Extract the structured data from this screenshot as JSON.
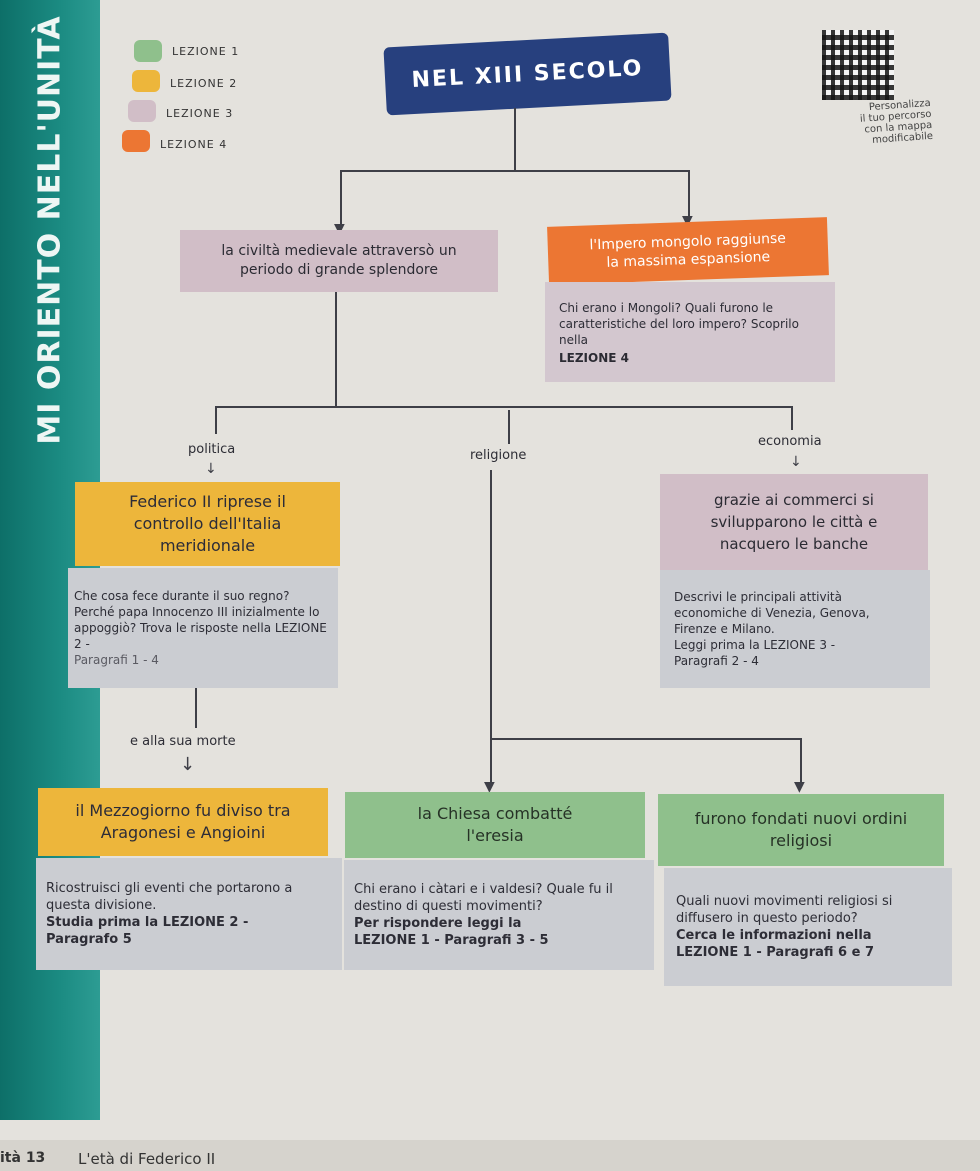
{
  "side_title": "MI ORIENTO NELL'UNITÀ",
  "legend": [
    {
      "label": "LEZIONE 1",
      "color": "#8fc08c"
    },
    {
      "label": "LEZIONE 2",
      "color": "#edb63b"
    },
    {
      "label": "LEZIONE 3",
      "color": "#d1bec7"
    },
    {
      "label": "LEZIONE 4",
      "color": "#ec7633"
    }
  ],
  "title": "NEL XIII SECOLO",
  "qr_note": [
    "Personalizza",
    "il tuo percorso",
    "con la mappa",
    "modificabile"
  ],
  "nodes": {
    "civilta": "la civiltà medievale attraversò un periodo di grande splendore",
    "impero_l1": "l'Impero mongolo raggiunse",
    "impero_l2": "la massima espansione",
    "mongoli_q": "Chi erano i Mongoli? Quali furono le caratteristiche del loro impero? Scoprilo nella",
    "mongoli_ref": "LEZIONE 4",
    "politica": "politica",
    "religione": "religione",
    "economia": "economia",
    "federico": "Federico II riprese il controllo dell'Italia meridionale",
    "federico_q": "Che cosa fece durante il suo regno? Perché papa Innocenzo III inizialmente lo appoggiò? Trova le risposte nella LEZIONE 2 -",
    "federico_ref": "Paragrafi 1 - 4",
    "commerci": "grazie ai commerci si svilupparono le città e nacquero le banche",
    "commerci_q": "Descrivi le principali attività economiche di Venezia, Genova, Firenze e Milano.",
    "commerci_ref1": "Leggi prima la LEZIONE 3 -",
    "commerci_ref2": "Paragrafi 2 - 4",
    "morte": "e alla sua morte",
    "mezzogiorno": "il Mezzogiorno fu diviso tra Aragonesi e Angioini",
    "mezzogiorno_q": "Ricostruisci gli eventi che portarono a questa divisione.",
    "mezzogiorno_ref1": "Studia prima la LEZIONE 2 -",
    "mezzogiorno_ref2": "Paragrafo 5",
    "chiesa": "la Chiesa combatté l'eresia",
    "chiesa_q": "Chi erano i càtari e i valdesi? Quale fu il destino di questi movimenti?",
    "chiesa_ref1": "Per rispondere leggi la",
    "chiesa_ref2": "LEZIONE 1 - Paragrafi 3 - 5",
    "ordini": "furono fondati nuovi ordini religiosi",
    "ordini_q": "Quali nuovi movimenti religiosi si diffusero in questo periodo?",
    "ordini_ref1": "Cerca le informazioni nella",
    "ordini_ref2": "LEZIONE 1 - Paragrafi 6 e 7"
  },
  "footer": {
    "unit": "ità 13",
    "title": "L'età di Federico II"
  }
}
